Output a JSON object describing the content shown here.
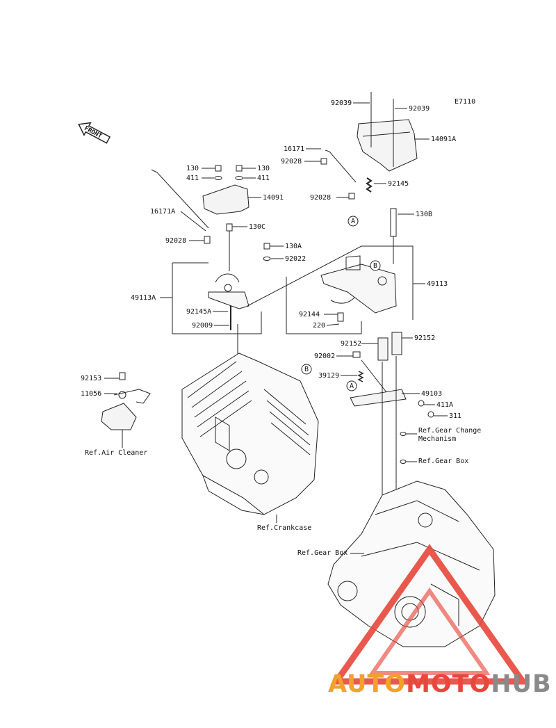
{
  "diagram_code": "E7110",
  "front_label": "FRONT",
  "callouts": {
    "92039a": "92039",
    "92039b": "92039",
    "14091A": "14091A",
    "16171": "16171",
    "92028a": "92028",
    "92145a": "92145",
    "130a": "130",
    "130b": "130",
    "411a": "411",
    "411b": "411",
    "14091": "14091",
    "92028b": "92028",
    "16171A": "16171A",
    "130C": "130C",
    "130B": "130B",
    "92028c": "92028",
    "130A": "130A",
    "92022": "92022",
    "49113A": "49113A",
    "92145A": "92145A",
    "92009": "92009",
    "49113": "49113",
    "92144": "92144",
    "220": "220",
    "92152a": "92152",
    "92152b": "92152",
    "92002": "92002",
    "39129": "39129",
    "49103": "49103",
    "411A": "411A",
    "311": "311",
    "92153": "92153",
    "11056": "11056"
  },
  "letter_marks": [
    "A",
    "B",
    "B",
    "A"
  ],
  "refs": {
    "air_cleaner": "Ref.Air Cleaner",
    "crankcase": "Ref.Crankcase",
    "gear_change": "Ref.Gear Change Mechanism",
    "gear_box_1": "Ref.Gear Box",
    "gear_box_2": "Ref.Gear Box"
  },
  "watermark": {
    "part1": "AUTO",
    "part2": "MOTO",
    "part3": "HUB"
  },
  "colors": {
    "line": "#222222",
    "wm_orange": "#f2a12a",
    "wm_red": "#e8473b",
    "wm_gray": "#8a8a8a"
  }
}
